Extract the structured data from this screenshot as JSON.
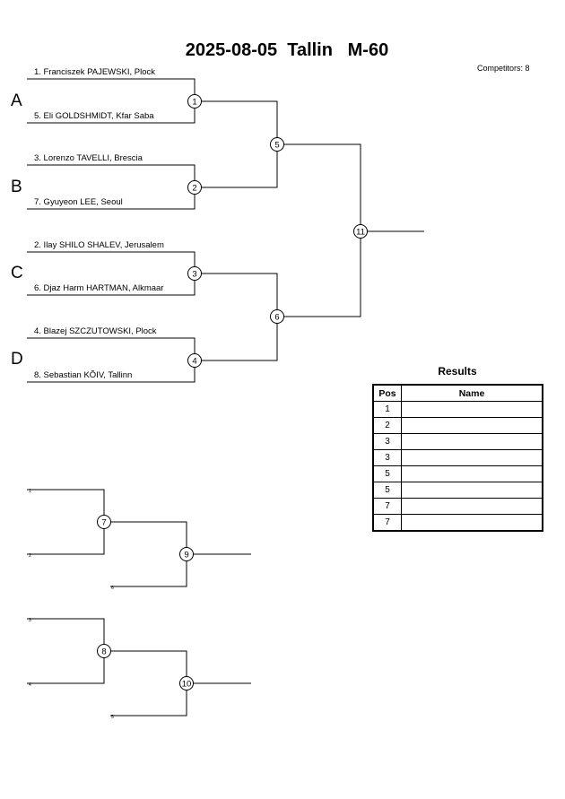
{
  "header": {
    "title": "2025-08-05  Tallin   M-60",
    "competitors": "Competitors: 8"
  },
  "pools": [
    "A",
    "B",
    "C",
    "D"
  ],
  "competitors": [
    "1. Franciszek PAJEWSKI, Plock",
    "5. Eli GOLDSHMIDT, Kfar Saba",
    "3. Lorenzo TAVELLI, Brescia",
    "7. Gyuyeon LEE, Seoul",
    "2. Ilay SHILO SHALEV, Jerusalem",
    "6. Djaz Harm HARTMAN, Alkmaar",
    "4. Blazej SZCZUTOWSKI, Plock",
    "8. Sebastian KÕIV, Tallinn"
  ],
  "match_numbers": [
    "1",
    "2",
    "3",
    "4",
    "5",
    "6",
    "11",
    "7",
    "9",
    "8",
    "10"
  ],
  "repechage_labels": [
    "1",
    "2",
    "6",
    "3",
    "4",
    "5"
  ],
  "results": {
    "title": "Results",
    "col_pos": "Pos",
    "col_name": "Name",
    "positions": [
      "1",
      "2",
      "3",
      "3",
      "5",
      "5",
      "7",
      "7"
    ]
  }
}
